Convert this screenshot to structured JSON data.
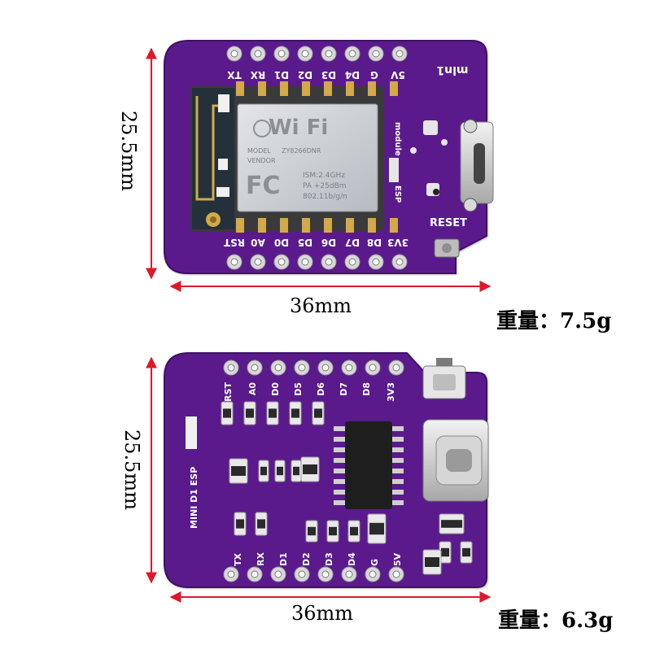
{
  "top_view": {
    "height_dim": "25.5mm",
    "width_dim": "36mm",
    "weight": "重量：7.5g",
    "pins_top": [
      "TX",
      "RX",
      "D1",
      "D2",
      "D3",
      "D4",
      "G",
      "5V"
    ],
    "pins_bottom": [
      "RST",
      "A0",
      "D0",
      "D5",
      "D6",
      "D7",
      "D8",
      "3V3"
    ],
    "board_mark": "mln1",
    "reset_label": "RESET",
    "module": {
      "wifi_logo": "Wi Fi",
      "label_module": "module",
      "label_esp": "ESP",
      "line_model": "MODEL",
      "line_vendor": "VENDOR",
      "line_model_value": "ZY8266DNR",
      "line_ism": "ISM:2.4GHz",
      "line_pa": "PA +25dBm",
      "line_std": "802.11b/g/n",
      "fcc": "FC"
    }
  },
  "bottom_view": {
    "height_dim": "25.5mm",
    "width_dim": "36mm",
    "weight": "重量：6.3g",
    "pins_top": [
      "RST",
      "A0",
      "D0",
      "D5",
      "D6",
      "D7",
      "D8",
      "3V3"
    ],
    "pins_bottom": [
      "TX",
      "RX",
      "D1",
      "D2",
      "D3",
      "D4",
      "G",
      "5V"
    ],
    "side_text": "MINI D1 ESP"
  },
  "colors": {
    "pcb": "#5a1a8c",
    "pcb_dark": "#3f0f66",
    "dimension_line": "#e0182a",
    "pad": "#d9d9d9",
    "module_shield": "#c9ccd1"
  }
}
